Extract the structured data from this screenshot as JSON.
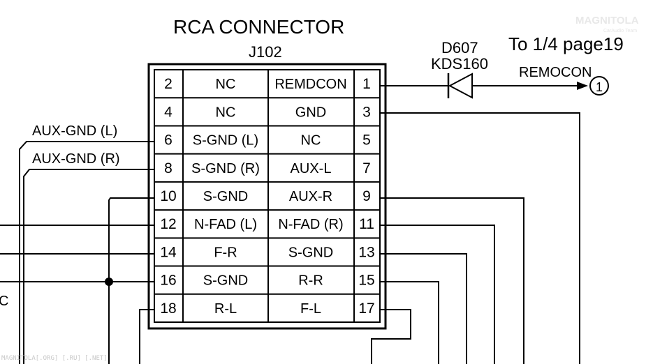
{
  "diagram": {
    "title": "RCA CONNECTOR",
    "ref": "J102",
    "diode": {
      "ref": "D607",
      "part": "KDS160"
    },
    "note": "To 1/4 page19",
    "remocon": "REMOCON",
    "remocon_ref": "1",
    "left_labels": {
      "aux_gnd_l": "AUX-GND (L)",
      "aux_gnd_r": "AUX-GND (R)",
      "partial": "C"
    },
    "watermark": "MAGNITOLA[.ORG] [.RU] [.NET]",
    "logo": {
      "name": "MAGNITOLA",
      "tag": "CarAudio Team"
    },
    "rows": [
      {
        "lp": "2",
        "ls": "NC",
        "rs": "REMDCON",
        "rp": "1"
      },
      {
        "lp": "4",
        "ls": "NC",
        "rs": "GND",
        "rp": "3"
      },
      {
        "lp": "6",
        "ls": "S-GND (L)",
        "rs": "NC",
        "rp": "5"
      },
      {
        "lp": "8",
        "ls": "S-GND (R)",
        "rs": "AUX-L",
        "rp": "7"
      },
      {
        "lp": "10",
        "ls": "S-GND",
        "rs": "AUX-R",
        "rp": "9"
      },
      {
        "lp": "12",
        "ls": "N-FAD (L)",
        "rs": "N-FAD (R)",
        "rp": "11"
      },
      {
        "lp": "14",
        "ls": "F-R",
        "rs": "S-GND",
        "rp": "13"
      },
      {
        "lp": "16",
        "ls": "S-GND",
        "rs": "R-R",
        "rp": "15"
      },
      {
        "lp": "18",
        "ls": "R-L",
        "rs": "F-L",
        "rp": "17"
      }
    ]
  }
}
